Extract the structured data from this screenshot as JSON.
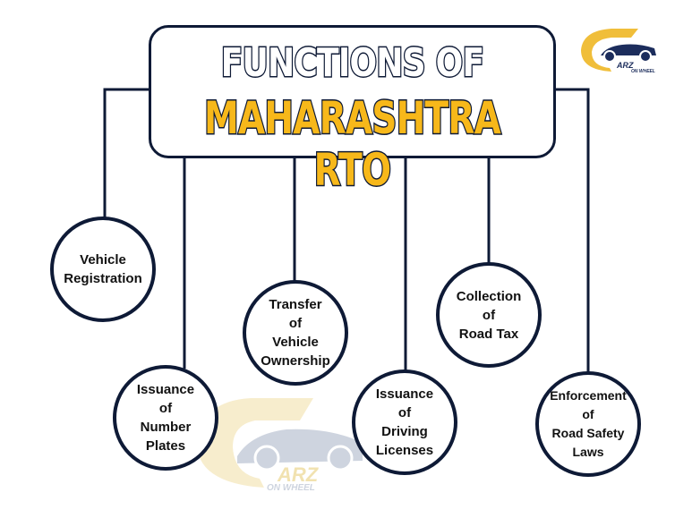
{
  "title": {
    "line1": "FUNCTIONS OF",
    "line2": "MAHARASHTRA RTO"
  },
  "colors": {
    "navy": "#0e1a36",
    "yellow": "#f7b81a"
  },
  "logo": {
    "brand": "ARZ",
    "tagline": "ON WHEEL"
  },
  "functions": [
    {
      "lines": [
        "Vehicle",
        "Registration"
      ]
    },
    {
      "lines": [
        "Issuance",
        "of",
        "Number",
        "Plates"
      ]
    },
    {
      "lines": [
        "Transfer",
        "of",
        "Vehicle",
        "Ownership"
      ]
    },
    {
      "lines": [
        "Issuance",
        "of",
        "Driving",
        "Licenses"
      ]
    },
    {
      "lines": [
        "Collection",
        "of",
        "Road Tax"
      ]
    },
    {
      "lines": [
        "Enforcement",
        "of",
        "Road Safety",
        "Laws"
      ]
    }
  ]
}
